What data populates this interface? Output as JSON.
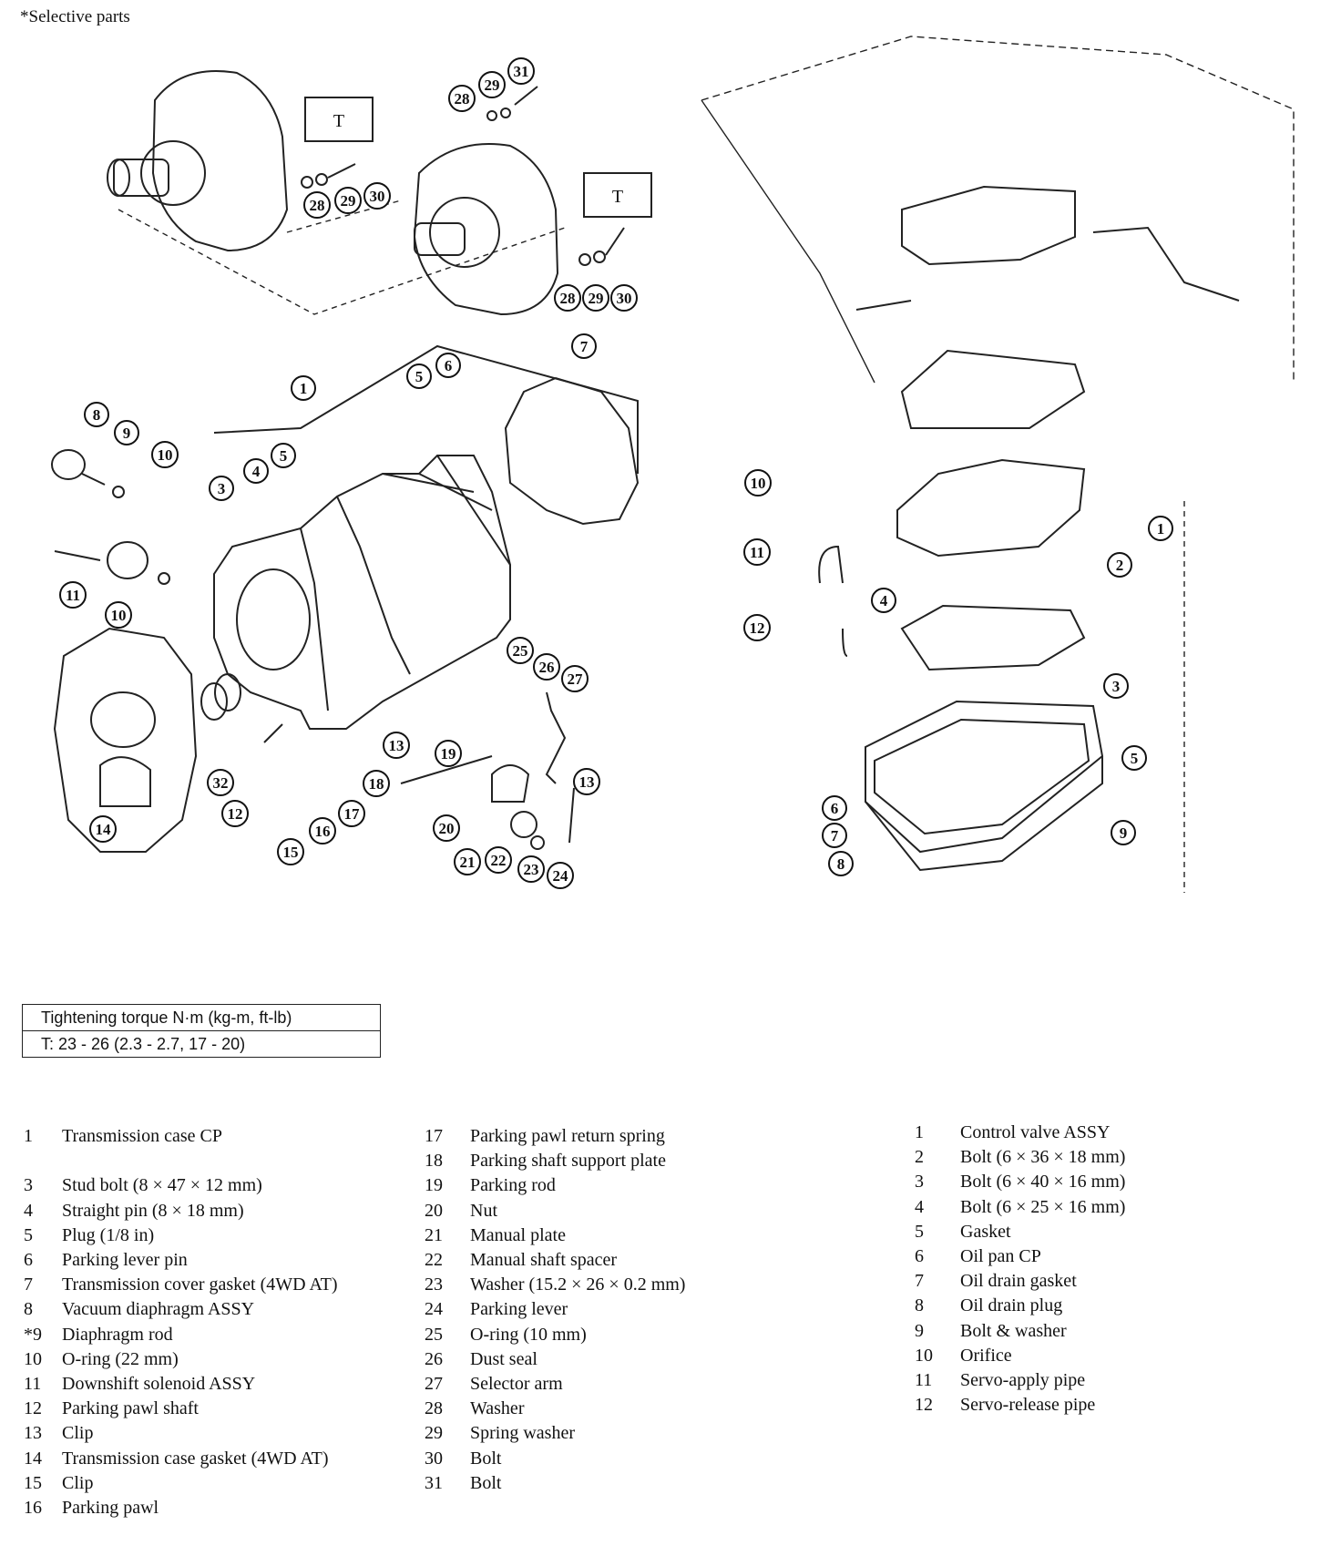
{
  "header_note": "*Selective parts",
  "torque_table": {
    "header": "Tightening torque  N·m (kg-m, ft-lb)",
    "value": "T:  23 - 26 (2.3 - 2.7, 17 - 20)",
    "marker": "T"
  },
  "legend_left": [
    {
      "num": "1",
      "label": "Transmission case CP"
    },
    {
      "num": "",
      "label": ""
    },
    {
      "num": "3",
      "label": "Stud bolt (8 × 47 × 12 mm)"
    },
    {
      "num": "4",
      "label": "Straight pin (8 × 18 mm)"
    },
    {
      "num": "5",
      "label": "Plug (1/8 in)"
    },
    {
      "num": "6",
      "label": "Parking lever pin"
    },
    {
      "num": "7",
      "label": "Transmission cover gasket (4WD AT)"
    },
    {
      "num": "8",
      "label": "Vacuum diaphragm ASSY"
    },
    {
      "num": "*9",
      "label": "Diaphragm rod"
    },
    {
      "num": "10",
      "label": "O-ring (22 mm)"
    },
    {
      "num": "11",
      "label": "Downshift solenoid ASSY"
    },
    {
      "num": "12",
      "label": "Parking pawl shaft"
    },
    {
      "num": "13",
      "label": "Clip"
    },
    {
      "num": "14",
      "label": "Transmission case gasket (4WD AT)"
    },
    {
      "num": "15",
      "label": "Clip"
    },
    {
      "num": "16",
      "label": "Parking pawl"
    }
  ],
  "legend_middle": [
    {
      "num": "17",
      "label": "Parking pawl return spring"
    },
    {
      "num": "18",
      "label": "Parking shaft support plate"
    },
    {
      "num": "19",
      "label": "Parking rod"
    },
    {
      "num": "20",
      "label": "Nut"
    },
    {
      "num": "21",
      "label": "Manual plate"
    },
    {
      "num": "22",
      "label": "Manual shaft spacer"
    },
    {
      "num": "23",
      "label": "Washer (15.2 × 26 × 0.2 mm)"
    },
    {
      "num": "24",
      "label": "Parking lever"
    },
    {
      "num": "25",
      "label": "O-ring (10 mm)"
    },
    {
      "num": "26",
      "label": "Dust seal"
    },
    {
      "num": "27",
      "label": "Selector arm"
    },
    {
      "num": "28",
      "label": "Washer"
    },
    {
      "num": "29",
      "label": "Spring washer"
    },
    {
      "num": "30",
      "label": "Bolt"
    },
    {
      "num": "31",
      "label": "Bolt"
    }
  ],
  "legend_right": [
    {
      "num": "1",
      "label": "Control valve ASSY"
    },
    {
      "num": "2",
      "label": "Bolt (6 × 36 × 18 mm)"
    },
    {
      "num": "3",
      "label": "Bolt (6 × 40 × 16 mm)"
    },
    {
      "num": "4",
      "label": "Bolt (6 × 25 × 16 mm)"
    },
    {
      "num": "5",
      "label": "Gasket"
    },
    {
      "num": "6",
      "label": "Oil pan CP"
    },
    {
      "num": "7",
      "label": "Oil drain gasket"
    },
    {
      "num": "8",
      "label": "Oil drain plug"
    },
    {
      "num": "9",
      "label": "Bolt & washer"
    },
    {
      "num": "10",
      "label": "Orifice"
    },
    {
      "num": "11",
      "label": "Servo-apply pipe"
    },
    {
      "num": "12",
      "label": "Servo-release pipe"
    }
  ],
  "callouts_left": [
    "1",
    "3",
    "4",
    "5",
    "5",
    "6",
    "7",
    "8",
    "9",
    "10",
    "10",
    "11",
    "12",
    "13",
    "13",
    "14",
    "15",
    "16",
    "17",
    "18",
    "19",
    "20",
    "21",
    "22",
    "23",
    "24",
    "25",
    "26",
    "27",
    "28",
    "29",
    "30",
    "28",
    "29",
    "30",
    "28",
    "29",
    "31",
    "32"
  ],
  "callouts_right": [
    "1",
    "2",
    "3",
    "4",
    "5",
    "6",
    "7",
    "8",
    "9",
    "10",
    "11",
    "12"
  ]
}
